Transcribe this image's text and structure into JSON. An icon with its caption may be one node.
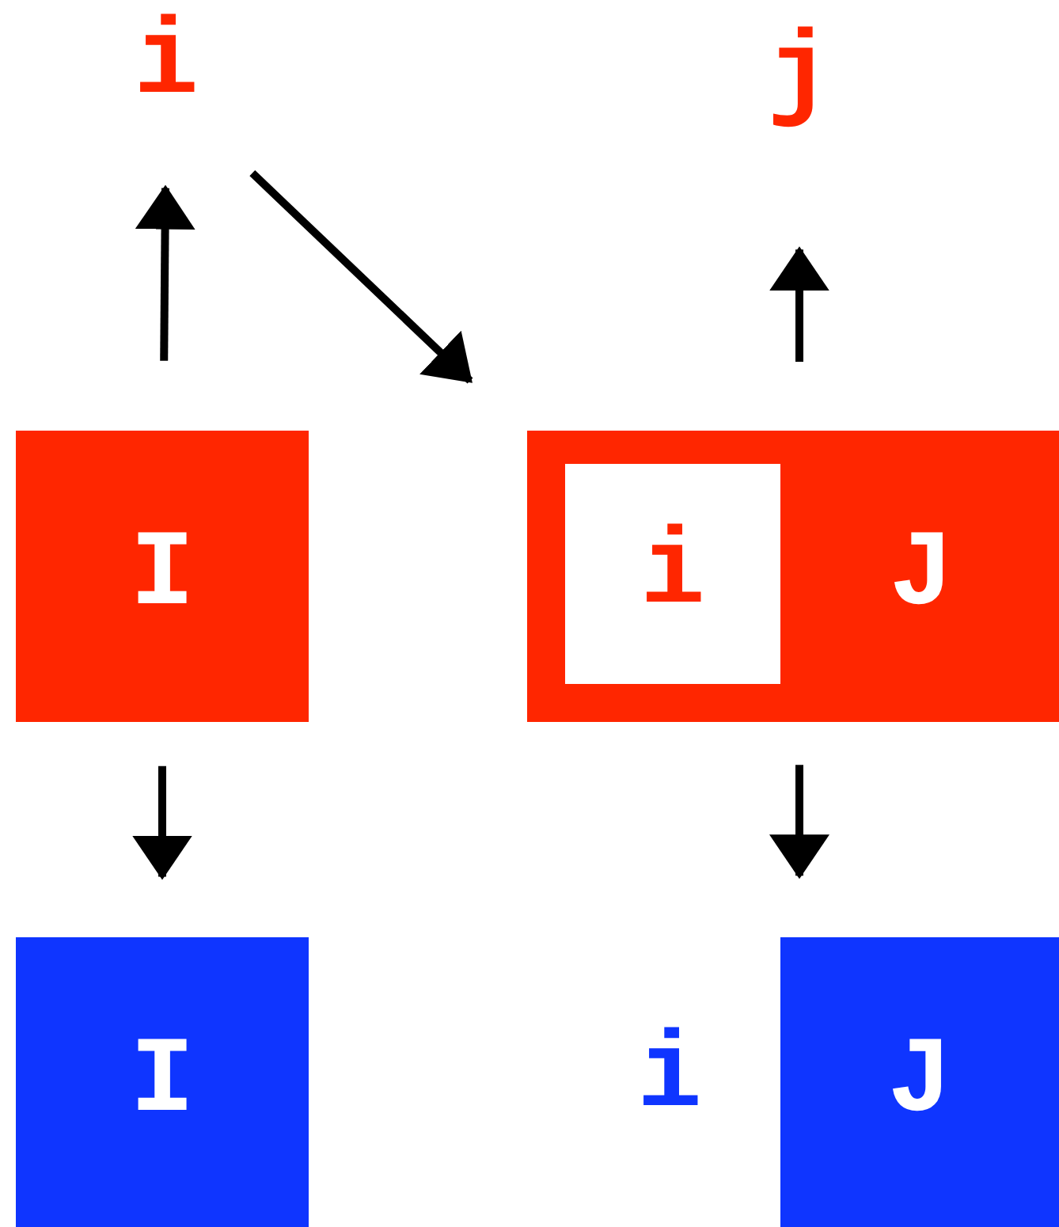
{
  "diagram": {
    "nodes": [
      {
        "text": [
          "i"
        ]
      },
      {
        "text": [
          "j"
        ]
      },
      {
        "text": [
          "I"
        ]
      },
      {
        "text": [
          "J"
        ]
      },
      {
        "text": [
          "i"
        ],
        "in": 3
      },
      {
        "text": [
          "I"
        ]
      },
      {
        "text": [
          "i"
        ]
      },
      {
        "text": [
          "J"
        ]
      }
    ],
    "edges": [
      {
        "from": 2,
        "to": 0,
        "arrow": "to"
      },
      {
        "from": 0,
        "to": 4,
        "arrow": "to"
      },
      {
        "from": 3,
        "to": 1,
        "arrow": "to"
      },
      {
        "from": 2,
        "to": 5,
        "arrow": "to"
      },
      {
        "from": 3,
        "to": 7,
        "arrow": "to"
      }
    ]
  }
}
